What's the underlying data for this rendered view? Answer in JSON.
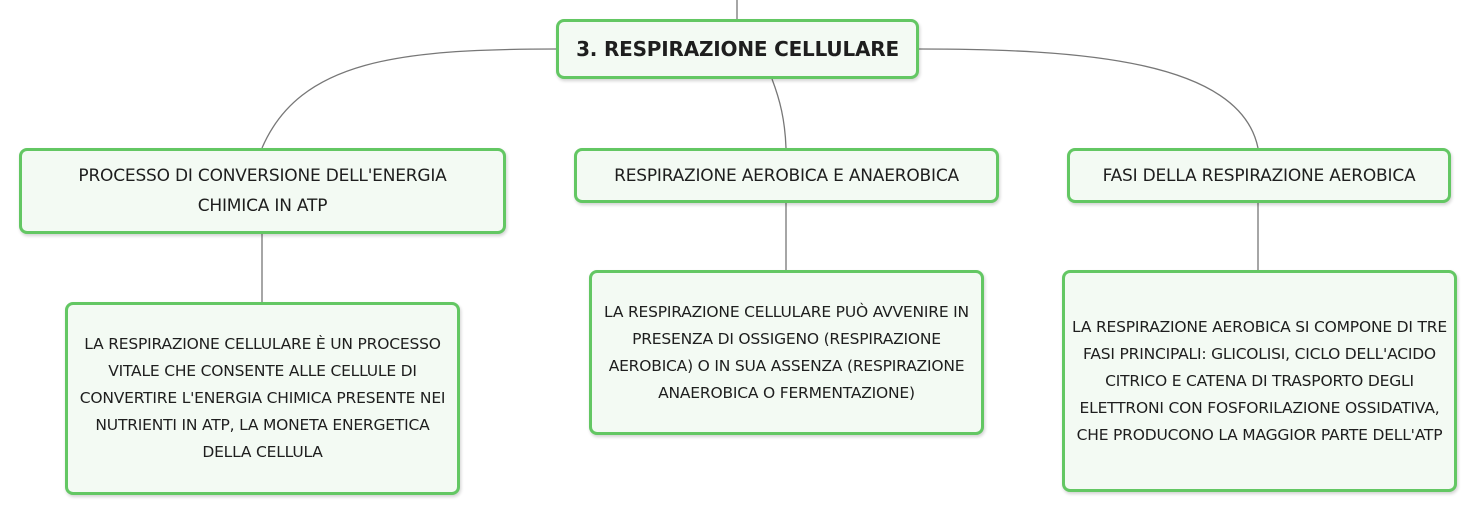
{
  "root": {
    "title": "3. RESPIRAZIONE CELLULARE"
  },
  "topics": [
    {
      "title": "PROCESSO DI CONVERSIONE DELL'ENERGIA CHIMICA IN ATP",
      "detail": "LA RESPIRAZIONE CELLULARE È UN PROCESSO VITALE CHE CONSENTE ALLE CELLULE DI CONVERTIRE L'ENERGIA CHIMICA PRESENTE NEI NUTRIENTI IN ATP, LA MONETA ENERGETICA DELLA CELLULA"
    },
    {
      "title": "RESPIRAZIONE AEROBICA E ANAEROBICA",
      "detail": "LA RESPIRAZIONE CELLULARE PUÒ AVVENIRE IN PRESENZA DI OSSIGENO (RESPIRAZIONE AEROBICA) O IN SUA ASSENZA (RESPIRAZIONE ANAEROBICA O FERMENTAZIONE)"
    },
    {
      "title": "FASI DELLA RESPIRAZIONE AEROBICA",
      "detail": "LA RESPIRAZIONE AEROBICA SI COMPONE DI TRE FASI PRINCIPALI: GLICOLISI, CICLO DELL'ACIDO CITRICO E CATENA DI TRASPORTO DEGLI ELETTRONI CON FOSFORILAZIONE OSSIDATIVA, CHE PRODUCONO LA MAGGIOR PARTE DELL'ATP"
    }
  ],
  "colors": {
    "node_border": "#63c763",
    "node_fill": "#f3faf3",
    "connector": "#777777",
    "text": "#1e1e1e"
  }
}
